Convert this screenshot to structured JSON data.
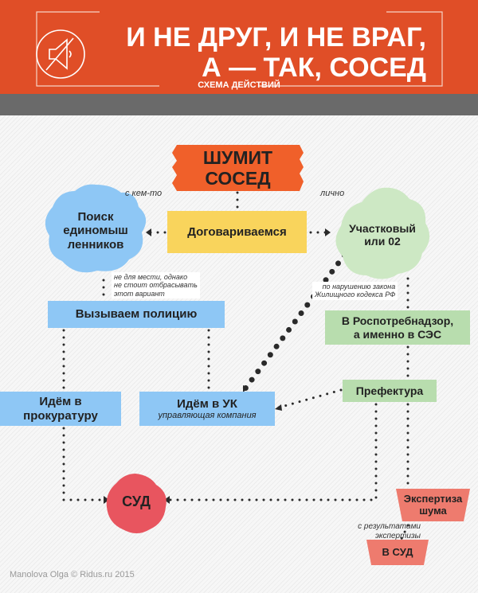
{
  "header": {
    "title_line1": "И НЕ ДРУГ, И НЕ ВРАГ,",
    "title_line2": "А — ТАК, СОСЕД",
    "subtitle": "СХЕМА ДЕЙСТВИЙ",
    "icon": "muted-speaker-icon",
    "color": "#E04E27"
  },
  "nodes": {
    "start": {
      "line1": "ШУМИТ",
      "line2": "СОСЕД"
    },
    "search": {
      "line1": "Поиск",
      "line2": "единомыш",
      "line3": "ленников"
    },
    "agree": "Договариваемся",
    "officer": {
      "line1": "Участковый",
      "line2": "или 02"
    },
    "police": "Вызываем полицию",
    "ses": {
      "line1": "В Роспотребнадзор,",
      "line2": "а именно в СЭС"
    },
    "prefecture": "Префектура",
    "prosecutor": {
      "line1": "Идём в",
      "line2": "прокуратуру"
    },
    "uk": {
      "line1": "Идём в УК",
      "line2": "управляющая компания"
    },
    "court": "СУД",
    "expertise": {
      "line1": "Экспертиза",
      "line2": "шума"
    },
    "to_court": "В СУД"
  },
  "labels": {
    "with_someone": "с кем-то",
    "personally": "лично",
    "not_revenge": {
      "line1": "не для мести, однако",
      "line2": "не стоит отбрасывать",
      "line3": "этот вариант"
    },
    "housing_code": {
      "line1": "по нарушению закона",
      "line2": "Жилищного кодекса РФ"
    },
    "with_results": {
      "line1": "с результатами",
      "line2": "экспертизы"
    }
  },
  "footer": "Manolova Olga © Ridus.ru 2015"
}
